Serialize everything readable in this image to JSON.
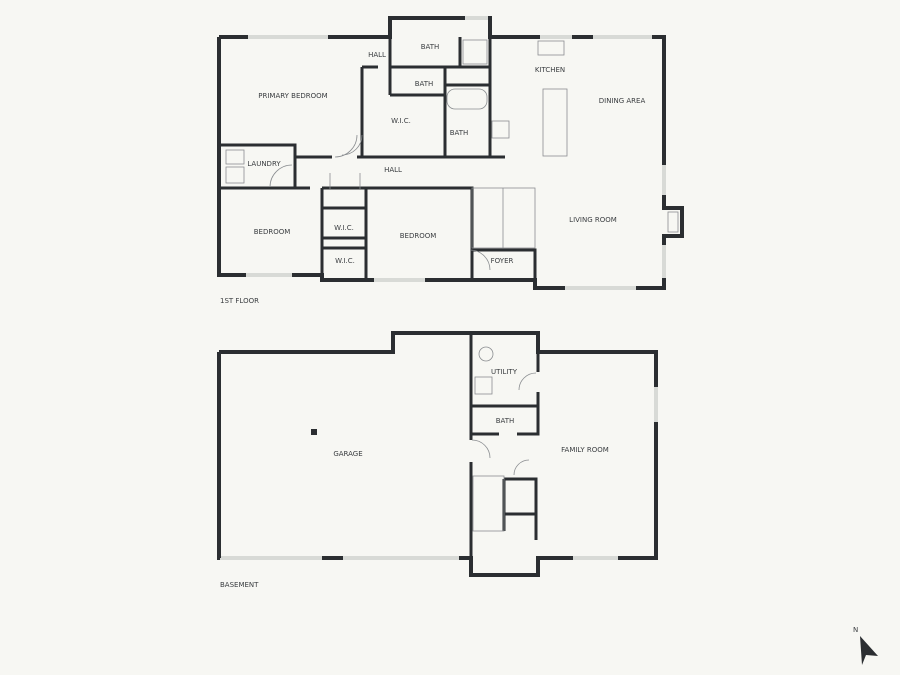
{
  "floors": [
    {
      "name": "1ST FLOOR",
      "rooms": [
        "PRIMARY BEDROOM",
        "HALL",
        "BATH",
        "BATH",
        "W.I.C.",
        "BATH",
        "KITCHEN",
        "DINING AREA",
        "LAUNDRY",
        "HALL",
        "BEDROOM",
        "W.I.C.",
        "W.I.C.",
        "BEDROOM",
        "FOYER",
        "LIVING ROOM"
      ]
    },
    {
      "name": "BASEMENT",
      "rooms": [
        "UTILITY",
        "BATH",
        "GARAGE",
        "FAMILY ROOM"
      ]
    }
  ],
  "compass": {
    "label": "N",
    "icon": "north-arrow-icon"
  },
  "colors": {
    "wall": "#2b2e31",
    "background": "#f7f7f3"
  }
}
